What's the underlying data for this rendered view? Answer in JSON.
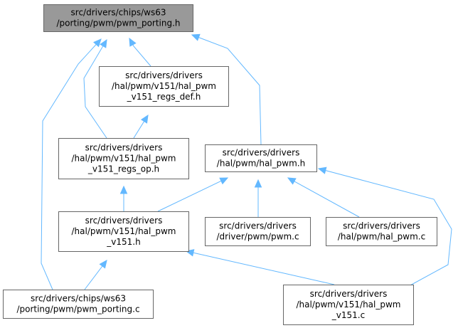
{
  "colors": {
    "edge": "#63b8ff",
    "node_border": "#666666",
    "node_fill": "#ffffff",
    "root_fill": "#999999"
  },
  "nodes": [
    {
      "id": "n_porting_h",
      "name": "node-pwm-porting-h",
      "root": true,
      "lines": [
        "src/drivers/chips/ws63",
        "/porting/pwm/pwm_porting.h"
      ]
    },
    {
      "id": "n_regs_def",
      "name": "node-hal-pwm-v151-regs-def-h",
      "lines": [
        "src/drivers/drivers",
        "/hal/pwm/v151/hal_pwm",
        "_v151_regs_def.h"
      ]
    },
    {
      "id": "n_regs_op",
      "name": "node-hal-pwm-v151-regs-op-h",
      "lines": [
        "src/drivers/drivers",
        "/hal/pwm/v151/hal_pwm",
        "_v151_regs_op.h"
      ]
    },
    {
      "id": "n_hal_pwm_h",
      "name": "node-hal-pwm-h",
      "lines": [
        "src/drivers/drivers",
        "/hal/pwm/hal_pwm.h"
      ]
    },
    {
      "id": "n_v151_h",
      "name": "node-hal-pwm-v151-h",
      "lines": [
        "src/drivers/drivers",
        "/hal/pwm/v151/hal_pwm",
        "_v151.h"
      ]
    },
    {
      "id": "n_pwm_c",
      "name": "node-pwm-c",
      "lines": [
        "src/drivers/drivers",
        "/driver/pwm/pwm.c"
      ]
    },
    {
      "id": "n_hal_pwm_c",
      "name": "node-hal-pwm-c",
      "lines": [
        "src/drivers/drivers",
        "/hal/pwm/hal_pwm.c"
      ]
    },
    {
      "id": "n_porting_c",
      "name": "node-pwm-porting-c",
      "lines": [
        "src/drivers/chips/ws63",
        "/porting/pwm/pwm_porting.c"
      ]
    },
    {
      "id": "n_v151_c",
      "name": "node-hal-pwm-v151-c",
      "lines": [
        "src/drivers/drivers",
        "/hal/pwm/v151/hal_pwm",
        "_v151.c"
      ]
    }
  ],
  "edges": [
    {
      "from": "n_regs_def",
      "to": "n_porting_h"
    },
    {
      "from": "n_regs_op",
      "to": "n_porting_h"
    },
    {
      "from": "n_hal_pwm_h",
      "to": "n_porting_h"
    },
    {
      "from": "n_porting_c",
      "to": "n_porting_h"
    },
    {
      "from": "n_regs_op",
      "to": "n_regs_def"
    },
    {
      "from": "n_v151_h",
      "to": "n_regs_op"
    },
    {
      "from": "n_v151_h",
      "to": "n_hal_pwm_h"
    },
    {
      "from": "n_pwm_c",
      "to": "n_hal_pwm_h"
    },
    {
      "from": "n_hal_pwm_c",
      "to": "n_hal_pwm_h"
    },
    {
      "from": "n_v151_c",
      "to": "n_hal_pwm_h"
    },
    {
      "from": "n_porting_c",
      "to": "n_v151_h"
    },
    {
      "from": "n_v151_c",
      "to": "n_v151_h"
    }
  ]
}
